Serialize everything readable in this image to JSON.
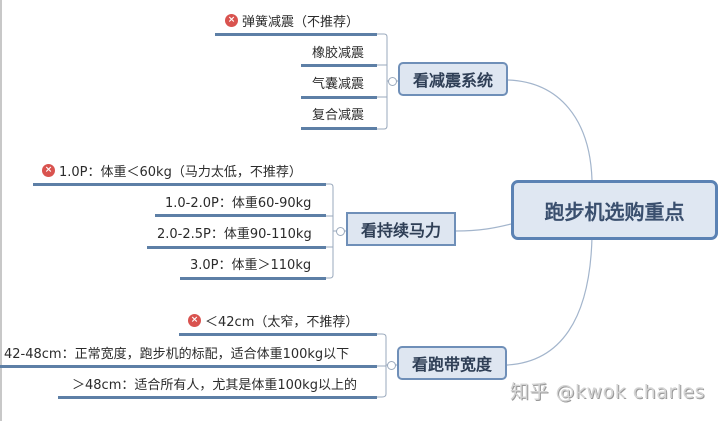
{
  "central": {
    "label": "跑步机选购重点"
  },
  "branches": [
    {
      "label": "看减震系统",
      "children": [
        {
          "label": "弹簧减震（不推荐）",
          "not_recommended": true
        },
        {
          "label": "橡胶减震"
        },
        {
          "label": "气囊减震"
        },
        {
          "label": "复合减震"
        }
      ]
    },
    {
      "label": "看持续马力",
      "children": [
        {
          "label": "1.0P：体重＜60kg（马力太低，不推荐）",
          "not_recommended": true
        },
        {
          "label": "1.0-2.0P：体重60-90kg"
        },
        {
          "label": "2.0-2.5P：体重90-110kg"
        },
        {
          "label": "3.0P：体重＞110kg"
        }
      ]
    },
    {
      "label": "看跑带宽度",
      "children": [
        {
          "label": "＜42cm（太窄，不推荐）",
          "not_recommended": true
        },
        {
          "label": "42-48cm：正常宽度，跑步机的标配，适合体重100kg以下"
        },
        {
          "label": "＞48cm：适合所有人，尤其是体重100kg以上的"
        }
      ]
    }
  ],
  "icons": {
    "not_recommended": "×"
  },
  "watermark": "知乎 @kwok charles",
  "colors": {
    "node_border": "#5b82b4",
    "node_fill": "#dfe7f2",
    "underline": "#5d7fa6",
    "reject_icon": "#d9534f",
    "connector": "#9aaec6"
  }
}
